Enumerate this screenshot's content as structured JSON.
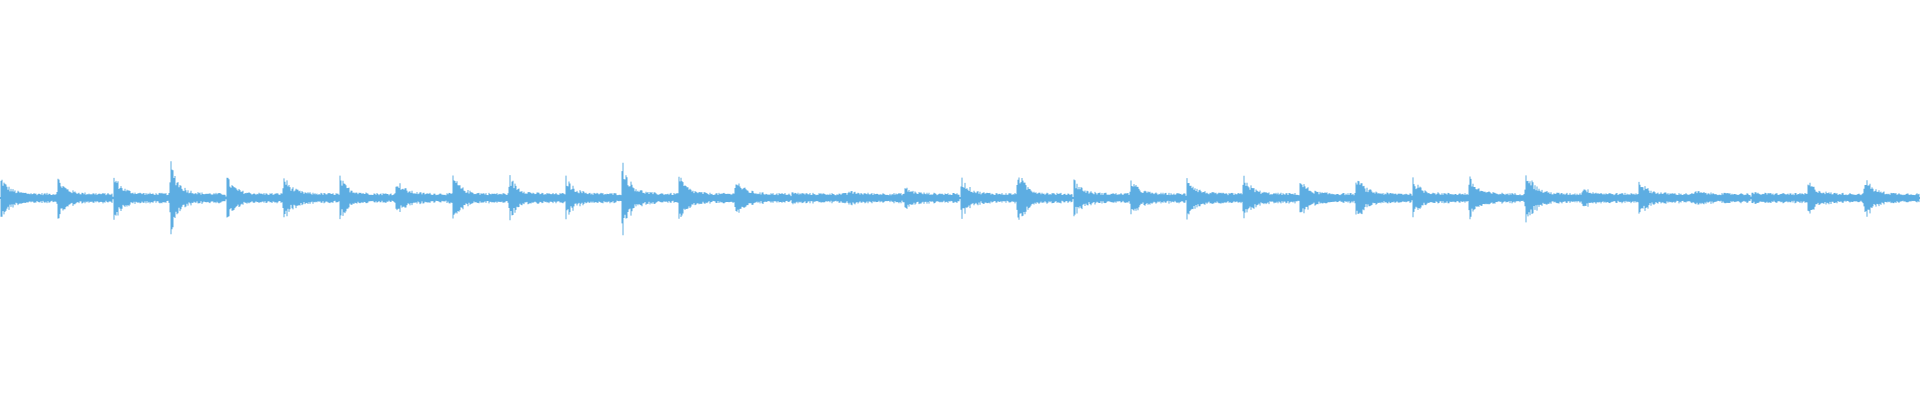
{
  "waveform": {
    "color": "#5dade2",
    "background": "#ffffff",
    "transient_amplitudes": [
      0.55,
      0.55,
      0.6,
      0.95,
      0.55,
      0.6,
      0.55,
      0.5,
      0.6,
      0.6,
      0.55,
      0.95,
      0.6,
      0.55,
      0.15,
      0.2,
      0.3,
      0.55,
      0.75,
      0.5,
      0.5,
      0.6,
      0.6,
      0.5,
      0.6,
      0.5,
      0.55,
      0.8,
      0.3,
      0.5,
      0.2,
      0.15,
      0.45,
      0.55
    ],
    "decay_level": 0.12
  }
}
